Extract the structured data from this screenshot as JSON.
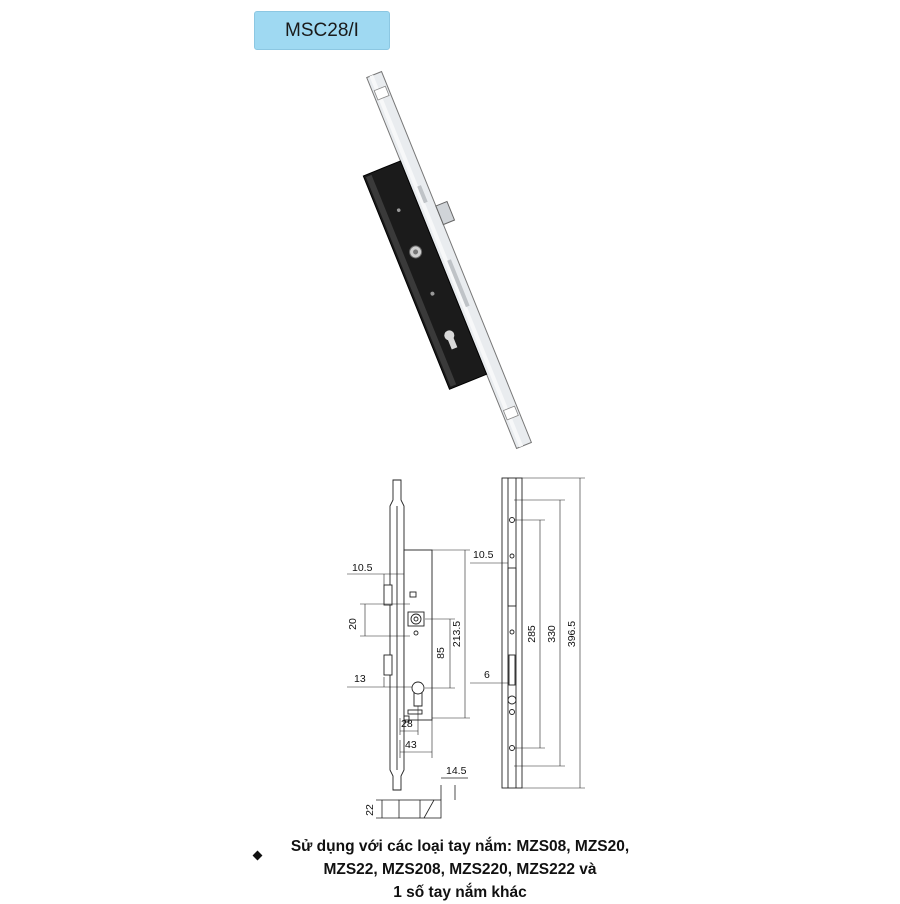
{
  "model": {
    "code": "MSC28/I"
  },
  "dimensions": {
    "side_backset_top": "10.5",
    "side_spacing": "20",
    "side_cyl_offset": "13",
    "side_backset": "28",
    "side_depth": "43",
    "side_center_distance": "85",
    "side_case_height": "213.5",
    "bolt_width": "14.5",
    "bolt_height": "22",
    "front_top_offset": "10.5",
    "front_slot_width": "6",
    "front_285": "285",
    "front_330": "330",
    "front_396": "396.5"
  },
  "caption": {
    "line1": "Sử dụng với các loại tay nắm: MZS08, MZS20,",
    "line2": "MZS22, MZS208, MZS220, MZS222 và",
    "line3": "1 số tay nắm khác"
  }
}
